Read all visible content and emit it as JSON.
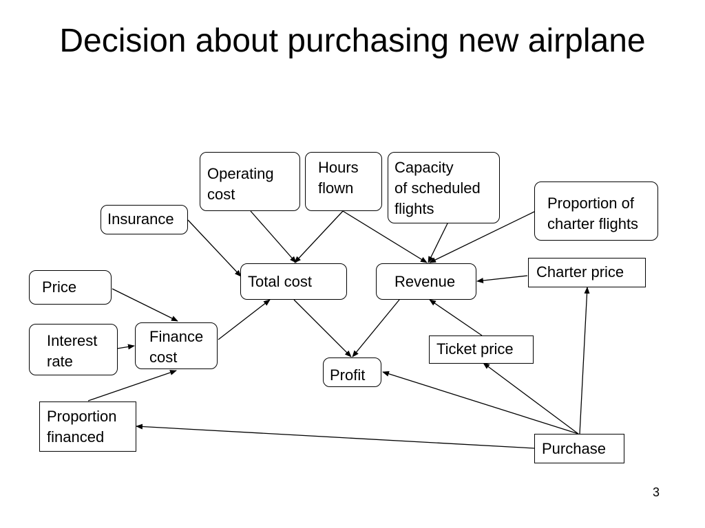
{
  "slide": {
    "title": "Decision about purchasing new airplane",
    "page_number": "3"
  },
  "nodes": {
    "operating_cost": "Operating\ncost",
    "hours_flown": "Hours\nflown",
    "capacity": "Capacity\nof scheduled\nflights",
    "proportion_charter": "Proportion of\ncharter flights",
    "insurance": "Insurance",
    "total_cost": "Total cost",
    "revenue": "Revenue",
    "charter_price": "Charter price",
    "price": "Price",
    "interest_rate": "Interest\nrate",
    "finance_cost": "Finance\ncost",
    "ticket_price": "Ticket price",
    "profit": "Profit",
    "proportion_financed": "Proportion\nfinanced",
    "purchase": "Purchase"
  }
}
